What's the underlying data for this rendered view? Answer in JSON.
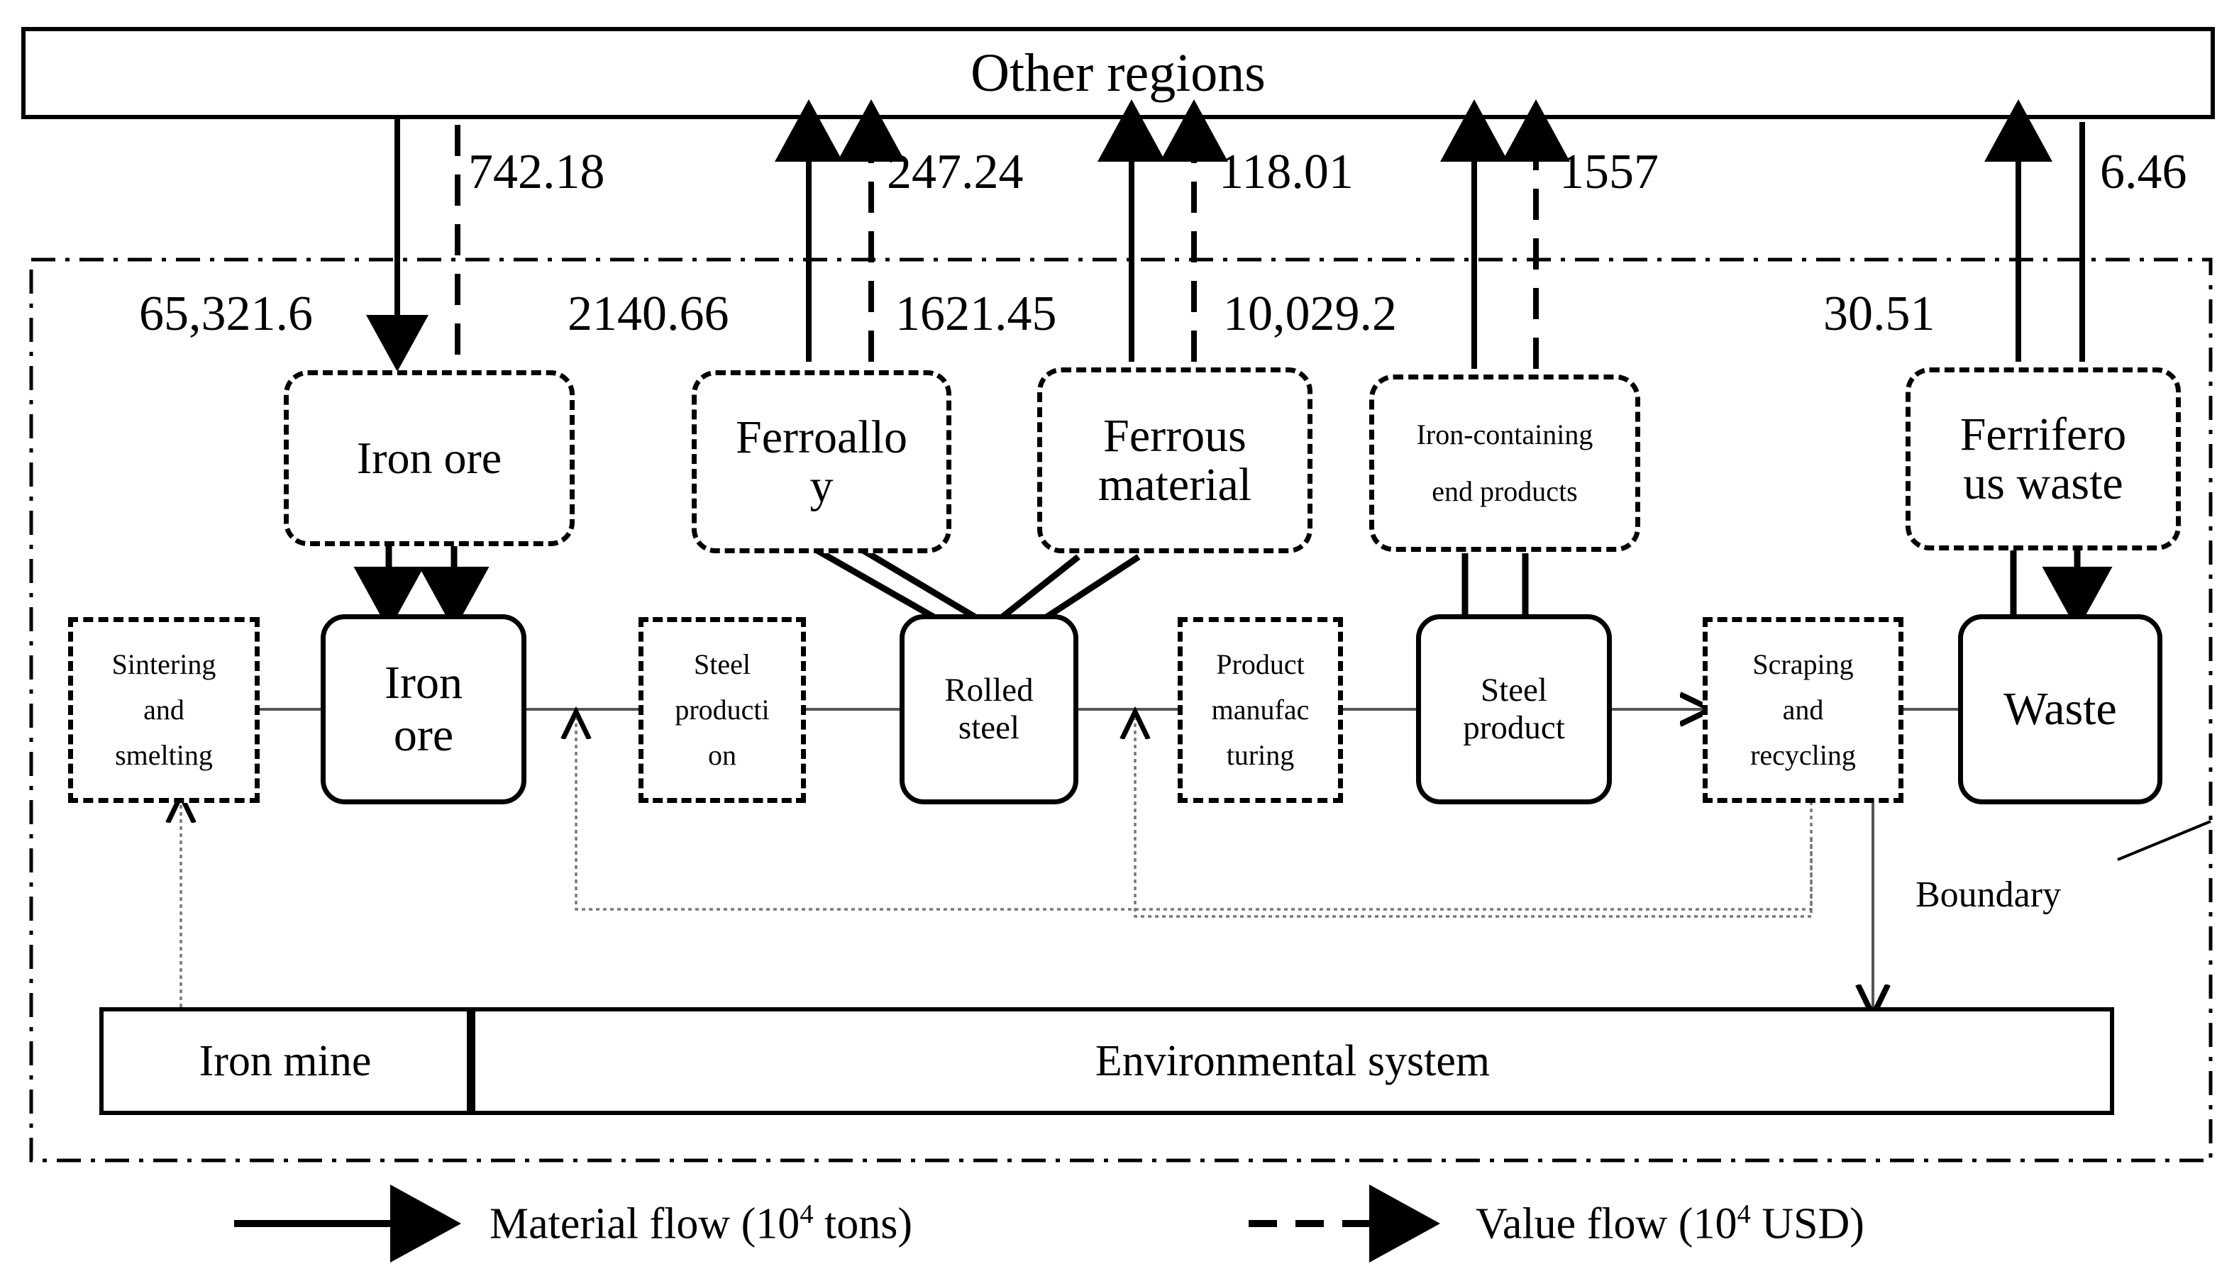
{
  "figure": {
    "top_region": {
      "label": "Other regions"
    },
    "boundary_label": "Boundary",
    "legend": [
      {
        "style": "solid-arrow",
        "text_main": "Material flow (10",
        "exp": "4",
        "text_tail": " tons)"
      },
      {
        "style": "dashed-arrow",
        "text_main": "Value flow (10",
        "exp": "4",
        "text_tail": " USD)"
      }
    ],
    "bottom_boxes": [
      {
        "id": "iron-mine",
        "label": "Iron mine"
      },
      {
        "id": "environmental-system",
        "label": "Environmental system"
      }
    ],
    "stock_nodes_upper": [
      {
        "id": "iron-ore-stock",
        "label": "Iron ore"
      },
      {
        "id": "ferroalloy-stock",
        "line1": "Ferroallo",
        "line2": "y"
      },
      {
        "id": "ferrous-material-stock",
        "line1": "Ferrous",
        "line2": "material"
      },
      {
        "id": "iron-containing-end-products-stock",
        "line1": "Iron-containing",
        "line2": "end products"
      },
      {
        "id": "ferriferous-waste-stock",
        "line1": "Ferrifero",
        "line2": "us waste"
      }
    ],
    "stock_nodes_main": [
      {
        "id": "iron-ore",
        "line1": "Iron",
        "line2": "ore"
      },
      {
        "id": "rolled-steel",
        "line1": "Rolled",
        "line2": "steel"
      },
      {
        "id": "steel-product",
        "line1": "Steel",
        "line2": "product"
      },
      {
        "id": "waste",
        "line1": "Waste",
        "line2": ""
      }
    ],
    "process_nodes": [
      {
        "id": "sintering-and-smelting",
        "line1": "Sintering",
        "line2": "and",
        "line3": "smelting"
      },
      {
        "id": "steel-production",
        "line1": "Steel",
        "line2": "producti",
        "line3": "on"
      },
      {
        "id": "product-manufacturing",
        "line1": "Product",
        "line2": "manufac",
        "line3": "turing"
      },
      {
        "id": "scraping-and-recycling",
        "line1": "Scraping",
        "line2": "and",
        "line3": "recycling"
      }
    ],
    "value_flows_top": [
      {
        "id": "flow-742-18",
        "value": "742.18"
      },
      {
        "id": "flow-247-24",
        "value": "247.24"
      },
      {
        "id": "flow-118-01",
        "value": "118.01"
      },
      {
        "id": "flow-1557",
        "value": "1557"
      },
      {
        "id": "flow-6-46",
        "value": "6.46"
      }
    ],
    "material_flows_inner": [
      {
        "id": "flow-65321-6",
        "value": "65,321.6"
      },
      {
        "id": "flow-2140-66",
        "value": "2140.66"
      },
      {
        "id": "flow-1621-45",
        "value": "1621.45"
      },
      {
        "id": "flow-10029-2",
        "value": "10,029.2"
      },
      {
        "id": "flow-30-51",
        "value": "30.51"
      }
    ],
    "colors": {
      "ink": "#000000",
      "paper": "#ffffff"
    }
  },
  "chart_data": {
    "type": "diagram",
    "title": "Iron and steel material-value flow network",
    "external_node": "Other regions",
    "system_boundary": "Boundary",
    "units": {
      "material": "10^4 tons",
      "value": "10^4 USD"
    },
    "flows_to_other_regions": [
      {
        "from": "Iron ore",
        "to": "Other regions",
        "material": null,
        "value": 742.18
      },
      {
        "from": "Ferroalloy",
        "to": "Other regions",
        "material": null,
        "value": 247.24
      },
      {
        "from": "Ferrous material",
        "to": "Other regions",
        "material": null,
        "value": 118.01
      },
      {
        "from": "Iron-containing end products",
        "to": "Other regions",
        "material": null,
        "value": 1557
      },
      {
        "from": "Ferriferous waste",
        "to": "Other regions",
        "material": null,
        "value": 6.46
      }
    ],
    "material_flows": [
      {
        "node": "Iron ore",
        "value": 65321.6
      },
      {
        "node": "Ferroalloy",
        "value": 2140.66
      },
      {
        "node": "Ferrous material",
        "value": 1621.45
      },
      {
        "node": "Iron-containing end products",
        "value": 10029.2
      },
      {
        "node": "Ferriferous waste",
        "value": 30.51
      }
    ],
    "process_chain": [
      "Sintering and smelting",
      "Iron ore",
      "Steel production",
      "Rolled steel",
      "Product manufacturing",
      "Steel product",
      "Scraping and recycling",
      "Waste"
    ],
    "environment_nodes": [
      "Iron mine",
      "Environmental system"
    ]
  }
}
